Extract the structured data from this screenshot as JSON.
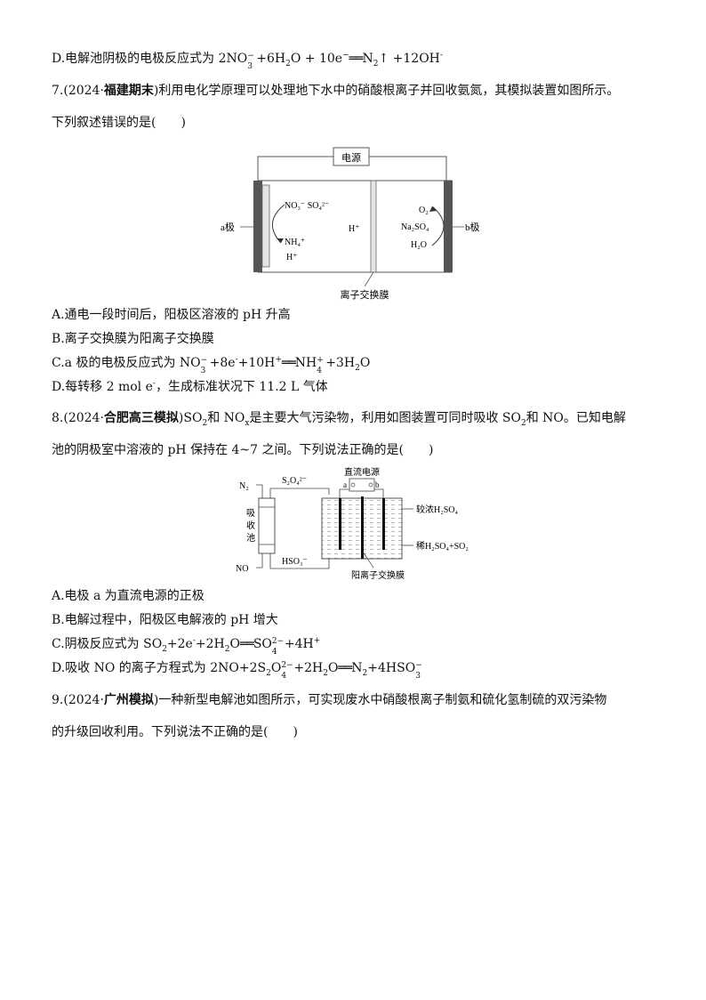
{
  "q6_tail": {
    "optionD_prefix": "D.电解池阴极的电极反应式为 2NO",
    "optionD_sub": "3",
    "optionD_sup": "−",
    "optionD_rest": "+6H",
    "optionD_sub2": "2",
    "optionD_rest2": "O + 10e",
    "optionD_sup2": "−",
    "optionD_eq": "══",
    "optionD_rest3": "N",
    "optionD_sub3": "2",
    "optionD_rest4": "↑ +12OH",
    "optionD_sup4": "-"
  },
  "q7": {
    "number": "7.",
    "source_open": "(2024·",
    "source_bold": "福建期末",
    "source_close": ")",
    "stem_line1": "利用电化学原理可以处理地下水中的硝酸根离子并回收氨氮，其模拟装置如图所示。",
    "stem_line2": "下列叙述错误的是(　　)",
    "figure": {
      "power_label": "电源",
      "electrode_a": "a极",
      "electrode_b": "b极",
      "membrane_label": "离子交换膜",
      "left_ions_top": "NO₃⁻  SO₄²⁻",
      "left_ions_product": "NH₄⁺",
      "left_h": "H⁺",
      "middle_h": "H⁺",
      "right_o2": "O₂",
      "right_na2so4": "Na₂SO₄",
      "right_h2o": "H₂O"
    },
    "options": {
      "A": "A.通电一段时间后，阳极区溶液的 pH 升高",
      "B": "B.离子交换膜为阳离子交换膜",
      "C_prefix": "C.a 极的电极反应式为 NO",
      "C_sub": "3",
      "C_sup": "−",
      "C_mid": "+8e",
      "C_sup2": "-",
      "C_mid2": "+10H",
      "C_sup3": "+",
      "C_eq": "══",
      "C_nh": "NH",
      "C_sub4": "4",
      "C_sup4": "+",
      "C_end": "+3H",
      "C_sub5": "2",
      "C_end2": "O",
      "D_prefix": "D.每转移 2 mol e",
      "D_sup": "-",
      "D_rest": "，生成标准状况下 11.2 L 气体"
    }
  },
  "q8": {
    "number": "8.",
    "source_open": "(2024·",
    "source_bold": "合肥高三模拟",
    "source_close": ")",
    "stem_line1_a": "SO",
    "stem_line1_b": "和 NO",
    "stem_line1_c": "是主要大气污染物，利用如图装置可同时吸收 SO",
    "stem_line1_d": "和 NO。已知电解",
    "sub2": "2",
    "subx": "x",
    "stem_line2": "池的阴极室中溶液的 pH 保持在 4~7 之间。下列说法正确的是(　　)",
    "figure": {
      "n2": "N₂",
      "s2o4": "S₂O₄²⁻",
      "power_label": "直流电源",
      "terminal_a": "a",
      "terminal_b": "b",
      "absorber": [
        "吸",
        "收",
        "池"
      ],
      "no": "NO",
      "hso3": "HSO₃⁻",
      "outlet_top": "较浓H₂SO₄",
      "inlet_bottom": "稀H₂SO₄+SO₂",
      "membrane_label": "阳离子交换膜"
    },
    "options": {
      "A": "A.电极 a 为直流电源的正极",
      "B": "B.电解过程中，阳极区电解液的 pH 增大",
      "C_prefix": "C.阴极反应式为 SO",
      "C_sub": "2",
      "C_mid": "+2e",
      "C_sup": "-",
      "C_mid2": "+2H",
      "C_sub2": "2",
      "C_mid3": "O",
      "C_eq": "══",
      "C_so": "SO",
      "C_ss_t": "2−",
      "C_ss_b": "4",
      "C_end": "+4H",
      "C_sup3": "+",
      "D_prefix": "D.吸收 NO 的离子方程式为 2NO+2S",
      "D_sub": "2",
      "D_o": "O",
      "D_ss_t": "2−",
      "D_ss_b": "4",
      "D_mid": "+2H",
      "D_sub2": "2",
      "D_mid2": "O",
      "D_eq": "══",
      "D_n": "N",
      "D_sub3": "2",
      "D_end": "+4HSO",
      "D_ss2_t": "−",
      "D_ss2_b": "3"
    }
  },
  "q9": {
    "number": "9.",
    "source_open": "(2024·",
    "source_bold": "广州模拟",
    "source_close": ")",
    "stem_line1": "一种新型电解池如图所示，可实现废水中硝酸根离子制氨和硫化氢制硫的双污染物",
    "stem_line2": "的升级回收利用。下列说法不正确的是(　　)"
  }
}
